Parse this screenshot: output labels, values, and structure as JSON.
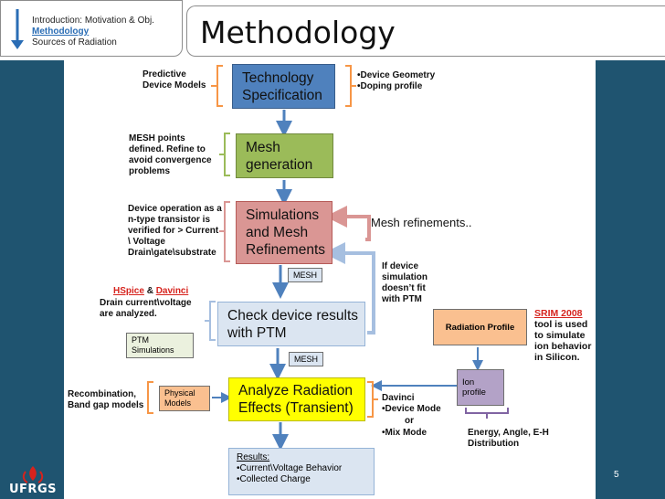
{
  "nav": {
    "items": [
      "Introduction: Motivation & Obj.",
      "Methodology",
      "Sources of Radiation"
    ],
    "active_index": 1
  },
  "title": "Methodology",
  "page_number": "5",
  "logo_text": "UFRGS",
  "flow": {
    "tech_spec": "Technology Specification",
    "mesh_gen": "Mesh generation",
    "simulations": "Simulations and Mesh Refinements",
    "check": "Check device results with PTM",
    "analyze": "Analyze Radiation Effects (Transient)"
  },
  "notes": {
    "predictive": "Predictive Device Models",
    "device_geometry": "•Device Geometry",
    "doping_profile": "•Doping profile",
    "mesh_points": "MESH points defined. Refine  to avoid  convergence problems",
    "device_operation": "Device operation as a n-type transistor is verified for  > Current \\ Voltage Drain\\gate\\substrate",
    "mesh_refinements": "Mesh refinements..",
    "if_device": "If device simulation doesn’t fit with PTM",
    "hspice": "HSpice",
    "amp": "&",
    "davinci_red": "Davinci",
    "drain_current": "Drain current\\voltage are analyzed.",
    "srim": "SRIM 2008",
    "srim_desc": "tool is used to simulate ion behavior in Silicon.",
    "recombination": "Recombination, Band gap models",
    "davinci": "Davinci",
    "device_mode": "•Device Mode",
    "or": "or",
    "mix_mode": "•Mix Mode",
    "energy": "Energy, Angle, E-H Distribution"
  },
  "small_boxes": {
    "mesh1": "MESH",
    "mesh2": "MESH",
    "ptm_sim": "PTM Simulations",
    "physical_models": "Physical Models",
    "radiation_profile": "Radiation Profile",
    "ion_profile": "Ion profile"
  },
  "results": {
    "title": "Results:",
    "item1": "•Current\\Voltage Behavior",
    "item2": "•Collected Charge"
  },
  "colors": {
    "blue_box": "#4f81bd",
    "green_box": "#9bbb59",
    "red_box": "#da9694",
    "light_blue_box": "#dbe5f1",
    "yellow_box": "#ffff00",
    "orange_box": "#fac090",
    "purple_box": "#b3a2c7",
    "band": "#1f5470"
  }
}
